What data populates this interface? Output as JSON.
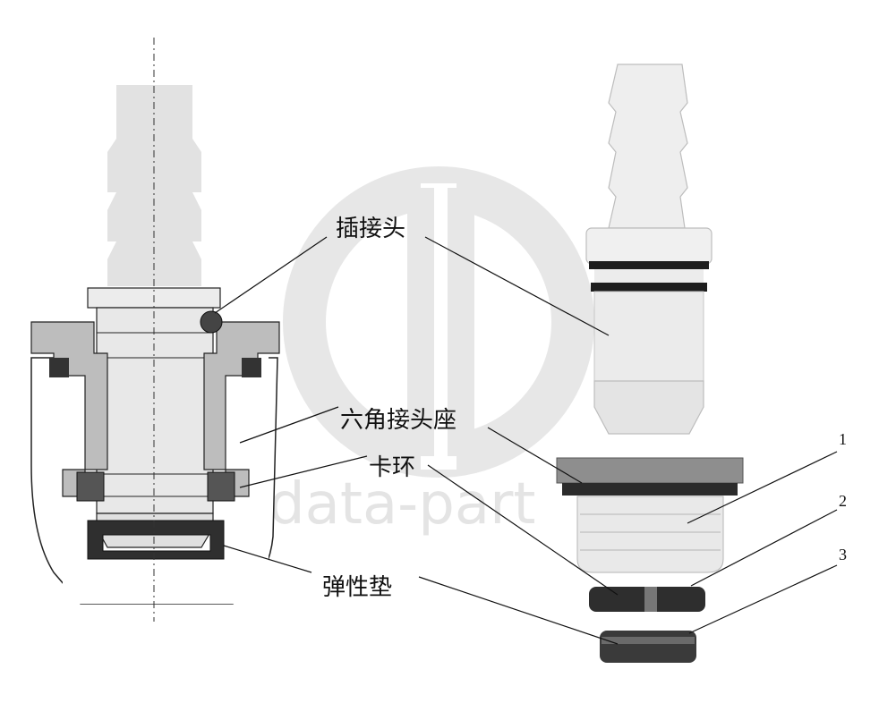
{
  "labels": {
    "plug_connector": "插接头",
    "hex_fitting_seat": "六角接头座",
    "snap_ring": "卡环",
    "elastic_pad": "弹性垫"
  },
  "part_numbers": [
    "1",
    "2",
    "3"
  ],
  "watermark": {
    "text": "data-part"
  },
  "colors": {
    "light_part": "#e6e6e6",
    "outline": "#222222",
    "seal_dark": "#3a3a3a",
    "hex_grey": "#8d8d8d",
    "watermark": "#d6d6d6"
  }
}
